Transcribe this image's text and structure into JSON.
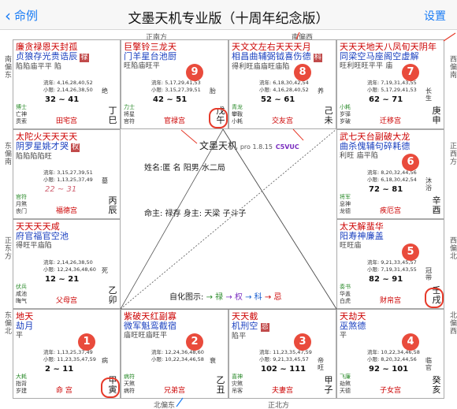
{
  "nav": {
    "back_label": "命例",
    "title": "文墨天机专业版（十周年纪念版）",
    "settings_label": "设置"
  },
  "directions": {
    "top_center": "正南方",
    "top_right": "南偏西",
    "bottom_left": "北偏东",
    "bottom_center": "正北方",
    "left_top": "南偏东",
    "left_mid1": "东偏南",
    "left_mid2": "正东方",
    "left_bottom": "东偏北",
    "right_top": "西偏南",
    "right_mid1": "正西方",
    "right_mid2": "西偏北",
    "right_bottom": "北偏西"
  },
  "center": {
    "app_name": "文墨天机",
    "version": "pro 1.8.15",
    "code": "C5VUC",
    "name_line": "姓名:匿 名      阳男 水二局",
    "ming_line": "命主: 禄存 身主: 天梁 子斗子",
    "legend_prefix": "自化图示:",
    "legend_items": [
      "→ 禄",
      "→ 权",
      "→ 科",
      "→ 忌"
    ]
  },
  "palaces": [
    {
      "r1": "廉贪禄恩天封孤",
      "r2": "贞狼存光贵诰辰",
      "r3": "陷陷庙平平   陷",
      "badge": "禄",
      "minor1": "博士",
      "minor2": "亡神",
      "minor3": "贯索",
      "liu1": "流年: 4,16,28,40,52",
      "liu2": "小限: 2,14,26,38,50",
      "age": "32 ~ 41",
      "name": "田宅宫",
      "cs": "绝",
      "gz": "丁巳"
    },
    {
      "r1": "巨擎铃三龙天",
      "r2": "门羊星台池厨",
      "r3": "旺陷庙旺平",
      "badge": "",
      "minor1": "力士",
      "minor2": "将星",
      "minor3": "官符",
      "liu1": "流年: 5,17,29,41,53",
      "liu2": "小限: 3,15,27,39,51",
      "age": "42 ~ 51",
      "name": "官禄宫",
      "cs": "胎",
      "gz": "戊午",
      "num": "9"
    },
    {
      "r1": "天文文左右天天天月",
      "r2": "相昌曲辅弼钺喜伤德",
      "r3": "得利旺庙庙旺庙陷",
      "badge": "科",
      "minor1": "青龙",
      "minor2": "攀鞍",
      "minor3": "小耗",
      "liu1": "流年: 6,18,30,42,54",
      "liu2": "小限: 4,16,28,40,52",
      "age": "52 ~ 61",
      "name": "交友宫",
      "cs": "养",
      "gz": "己未",
      "num": "8"
    },
    {
      "r1": "天天天地天八凤旬天阴年",
      "r2": "同梁空马座阁空虚解",
      "r3": "旺利旺旺平平   庙",
      "badge": "",
      "minor1": "小耗",
      "minor2": "岁驿",
      "minor3": "岁破",
      "liu1": "流年: 7,19,31,43,55",
      "liu2": "小限: 5,17,29,41,53",
      "age": "62 ~ 71",
      "name": "迁移宫",
      "cs": "长生",
      "gz": "庚申",
      "num": "7"
    },
    {
      "r1": "太陀火天天天天",
      "r2": "阴罗星姚才哭",
      "r3": "陷陷陷陷旺",
      "badge": "权",
      "minor1": "官符",
      "minor2": "月煞",
      "minor3": "丧门",
      "liu1": "流年: 3,15,27,39,51",
      "liu2": "小限: 1,13,25,37,49",
      "age": "22 ~ 31",
      "name": "福德宫",
      "cs": "墓",
      "gz": "丙辰",
      "agePink": true
    },
    {
      "r1": "武七天台副破大龙",
      "r2": "曲杀傀辅句碎耗德",
      "r3": "利旺   庙平陷",
      "badge": "",
      "minor1": "将军",
      "minor2": "息神",
      "minor3": "龙德",
      "liu1": "流年: 8,20,32,44,56",
      "liu2": "小限: 6,18,30,42,54",
      "age": "72 ~ 81",
      "name": "疾厄宫",
      "cs": "沐浴",
      "gz": "辛酉",
      "num": "6"
    },
    {
      "r1": "天天天天咸",
      "r2": "府官福官空池",
      "r3": "得旺平庙陷",
      "badge": "",
      "minor1": "伏兵",
      "minor2": "咸池",
      "minor3": "晦气",
      "liu1": "流年: 2,14,26,38,50",
      "liu2": "小限: 12,24,36,48,60",
      "age": "12 ~ 21",
      "name": "父母宫",
      "cs": "死",
      "gz": "乙卯"
    },
    {
      "r1": "太天解蜚华",
      "r2": "阳寿神廉盖",
      "r3": "旺旺庙",
      "badge": "",
      "minor1": "奏书",
      "minor2": "华盖",
      "minor3": "白虎",
      "liu1": "流年: 9,21,33,45,57",
      "liu2": "小限: 7,19,31,43,55",
      "age": "82 ~ 91",
      "name": "财帛宫",
      "cs": "冠带",
      "gz": "壬戌",
      "num": "5"
    },
    {
      "r1": "地天",
      "r2": "劫月",
      "r3": "平",
      "badge": "",
      "minor1": "大耗",
      "minor2": "指背",
      "minor3": "岁建",
      "liu1": "流年: 1,13,25,37,49",
      "liu2": "小限: 11,23,35,47,59",
      "age": "2 ~ 11",
      "name": "命 宫",
      "cs": "病",
      "gz": "甲寅",
      "num": "1"
    },
    {
      "r1": "紫破天红副寡",
      "r2": "微军魁鸾截宿",
      "r3": "庙旺旺庙旺平",
      "badge": "",
      "minor1": "病符",
      "minor2": "天煞",
      "minor3": "病符",
      "liu1": "流年: 12,24,36,48,60",
      "liu2": "小限: 10,22,34,46,58",
      "age": "",
      "name": "兄弟宫",
      "cs": "衰",
      "gz": "乙丑",
      "num": "2"
    },
    {
      "r1": "天天截",
      "r2": "机刑空",
      "r3": "陷平",
      "badge": "忌",
      "minor1": "喜神",
      "minor2": "灾煞",
      "minor3": "吊客",
      "liu1": "流年: 11,23,35,47,59",
      "liu2": "小限: 9,21,33,45,57",
      "age": "102 ~ 111",
      "name": "夫妻宫",
      "cs": "帝旺",
      "gz": "甲子",
      "num": "3"
    },
    {
      "r1": "天劫天",
      "r2": "巫煞德",
      "r3": "平",
      "badge": "",
      "minor1": "飞廉",
      "minor2": "劫煞",
      "minor3": "天德",
      "liu1": "流年: 10,22,34,46,58",
      "liu2": "小限: 8,20,32,44,56",
      "age": "92 ~ 101",
      "name": "子女宫",
      "cs": "临官",
      "gz": "癸亥",
      "num": "4"
    }
  ]
}
